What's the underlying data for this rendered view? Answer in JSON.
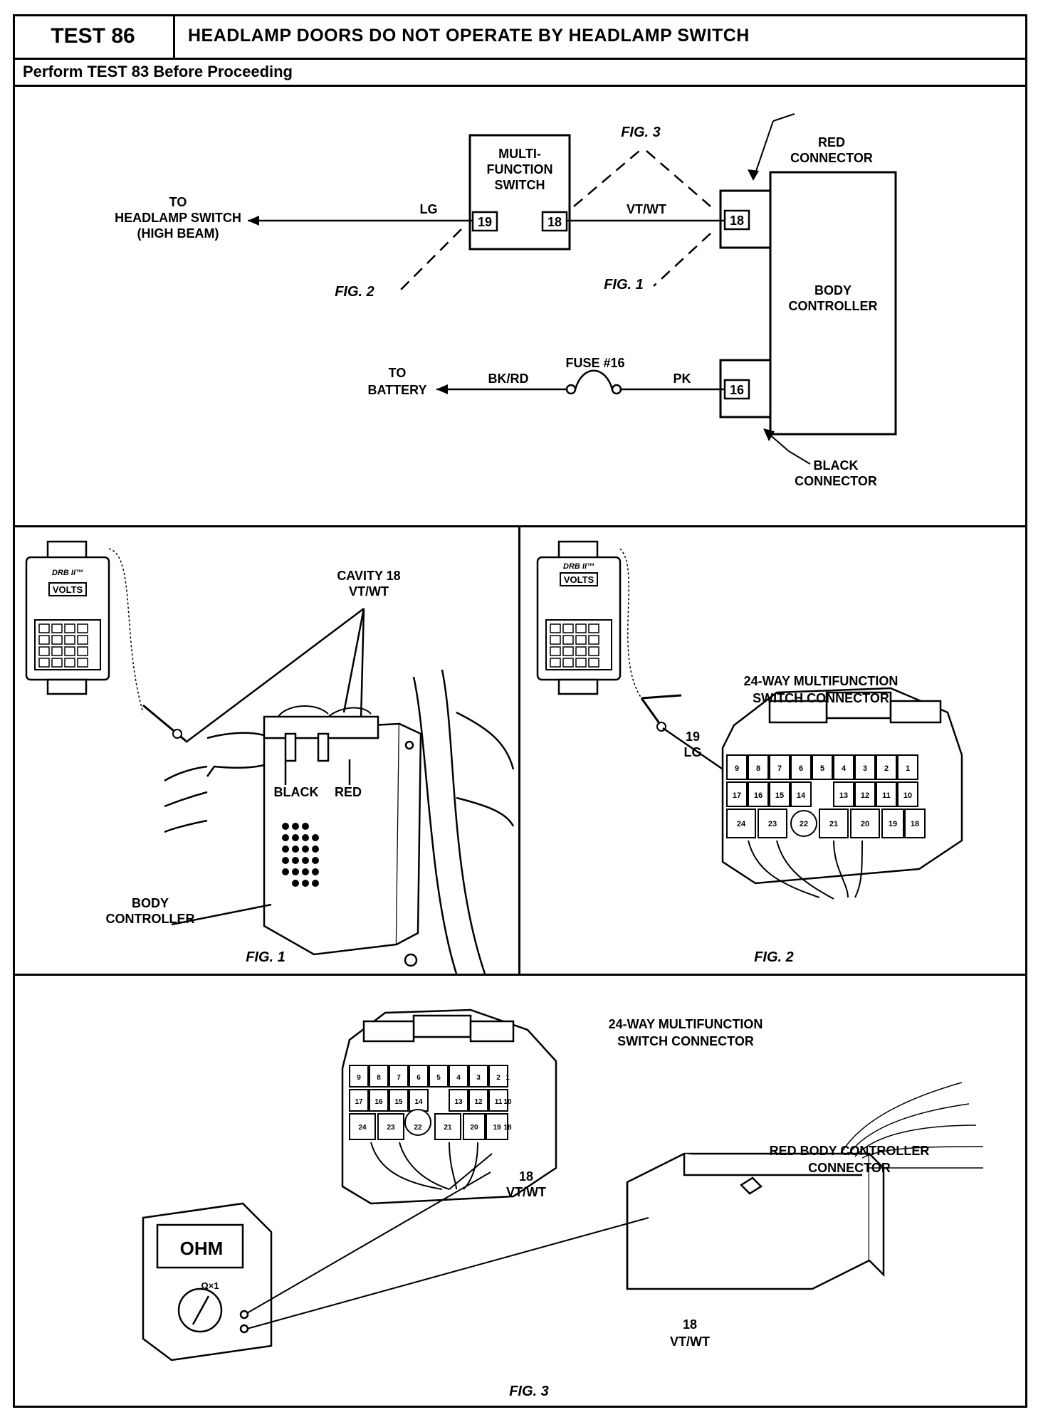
{
  "header": {
    "test_number": "TEST 86",
    "title": "HEADLAMP DOORS DO NOT OPERATE BY HEADLAMP SWITCH",
    "subtitle": "Perform TEST 83 Before Proceeding"
  },
  "schematic": {
    "mfs_label_1": "MULTI-",
    "mfs_label_2": "FUNCTION",
    "mfs_label_3": "SWITCH",
    "pin_19": "19",
    "pin_18_mfs": "18",
    "pin_18_bc": "18",
    "pin_16": "16",
    "to_headlamp_1": "TO",
    "to_headlamp_2": "HEADLAMP SWITCH",
    "to_headlamp_3": "(HIGH BEAM)",
    "wire_lg": "LG",
    "wire_vtwt": "VT/WT",
    "fig3": "FIG. 3",
    "fig2": "FIG. 2",
    "fig1": "FIG. 1",
    "red_conn_1": "RED",
    "red_conn_2": "CONNECTOR",
    "body_ctrl_1": "BODY",
    "body_ctrl_2": "CONTROLLER",
    "to_battery_1": "TO",
    "to_battery_2": "BATTERY",
    "wire_bkrd": "BK/RD",
    "fuse": "FUSE #16",
    "wire_pk": "PK",
    "black_conn_1": "BLACK",
    "black_conn_2": "CONNECTOR"
  },
  "fig1": {
    "cavity_1": "CAVITY 18",
    "cavity_2": "VT/WT",
    "black": "BLACK",
    "red": "RED",
    "body_1": "BODY",
    "body_2": "CONTROLLER",
    "caption": "FIG. 1",
    "meter_brand": "DRB II™",
    "meter_mode": "VOLTS"
  },
  "fig2": {
    "conn_1": "24-WAY MULTIFUNCTION",
    "conn_2": "SWITCH CONNECTOR",
    "pin_1": "19",
    "pin_2": "LG",
    "caption": "FIG. 2",
    "meter_brand": "DRB II™",
    "meter_mode": "VOLTS"
  },
  "fig3": {
    "conn_1": "24-WAY MULTIFUNCTION",
    "conn_2": "SWITCH CONNECTOR",
    "red_1": "RED BODY CONTROLLER",
    "red_2": "CONNECTOR",
    "pin_a1": "18",
    "pin_a2": "VT/WT",
    "pin_b1": "18",
    "pin_b2": "VT/WT",
    "ohm": "OHM",
    "range": "Ω×1",
    "caption": "FIG. 3"
  },
  "pins_row1": [
    "9",
    "8",
    "7",
    "6",
    "5",
    "4",
    "3",
    "2",
    "1"
  ],
  "pins_row2": [
    "17",
    "16",
    "15",
    "14",
    "13",
    "12",
    "11",
    "10"
  ],
  "pins_row3": [
    "24",
    "23",
    "22",
    "21",
    "20",
    "19",
    "18"
  ]
}
